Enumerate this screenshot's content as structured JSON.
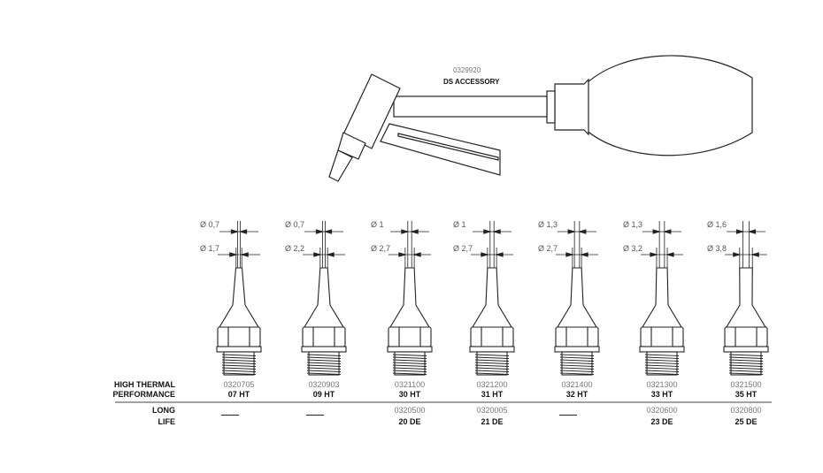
{
  "accessory": {
    "code": "0329920",
    "name": "DS ACCESSORY"
  },
  "table": {
    "row1_label": [
      "HIGH THERMAL",
      "PERFORMANCE"
    ],
    "row2_label": [
      "LONG",
      "LIFE"
    ]
  },
  "nozzles": [
    {
      "inner": "Ø 0,7",
      "outer": "Ø 1,7",
      "ht_code": "0320705",
      "ht_model": "07 HT",
      "ld_code": null,
      "ld_model": null
    },
    {
      "inner": "Ø 0,7",
      "outer": "Ø 2,2",
      "ht_code": "0320903",
      "ht_model": "09 HT",
      "ld_code": null,
      "ld_model": null
    },
    {
      "inner": "Ø 1",
      "outer": "Ø 2,7",
      "ht_code": "0321100",
      "ht_model": "30 HT",
      "ld_code": "0320500",
      "ld_model": "20 DE"
    },
    {
      "inner": "Ø 1",
      "outer": "Ø 2,7",
      "ht_code": "0321200",
      "ht_model": "31 HT",
      "ld_code": "0320005",
      "ld_model": "21 DE"
    },
    {
      "inner": "Ø 1,3",
      "outer": "Ø 2,7",
      "ht_code": "0321400",
      "ht_model": "32 HT",
      "ld_code": null,
      "ld_model": null
    },
    {
      "inner": "Ø 1,3",
      "outer": "Ø 3,2",
      "ht_code": "0321300",
      "ht_model": "33 HT",
      "ld_code": "0320600",
      "ld_model": "23 DE"
    },
    {
      "inner": "Ø 1,6",
      "outer": "Ø 3,8",
      "ht_code": "0321500",
      "ht_model": "35 HT",
      "ld_code": "0320800",
      "ld_model": "25 DE"
    }
  ]
}
